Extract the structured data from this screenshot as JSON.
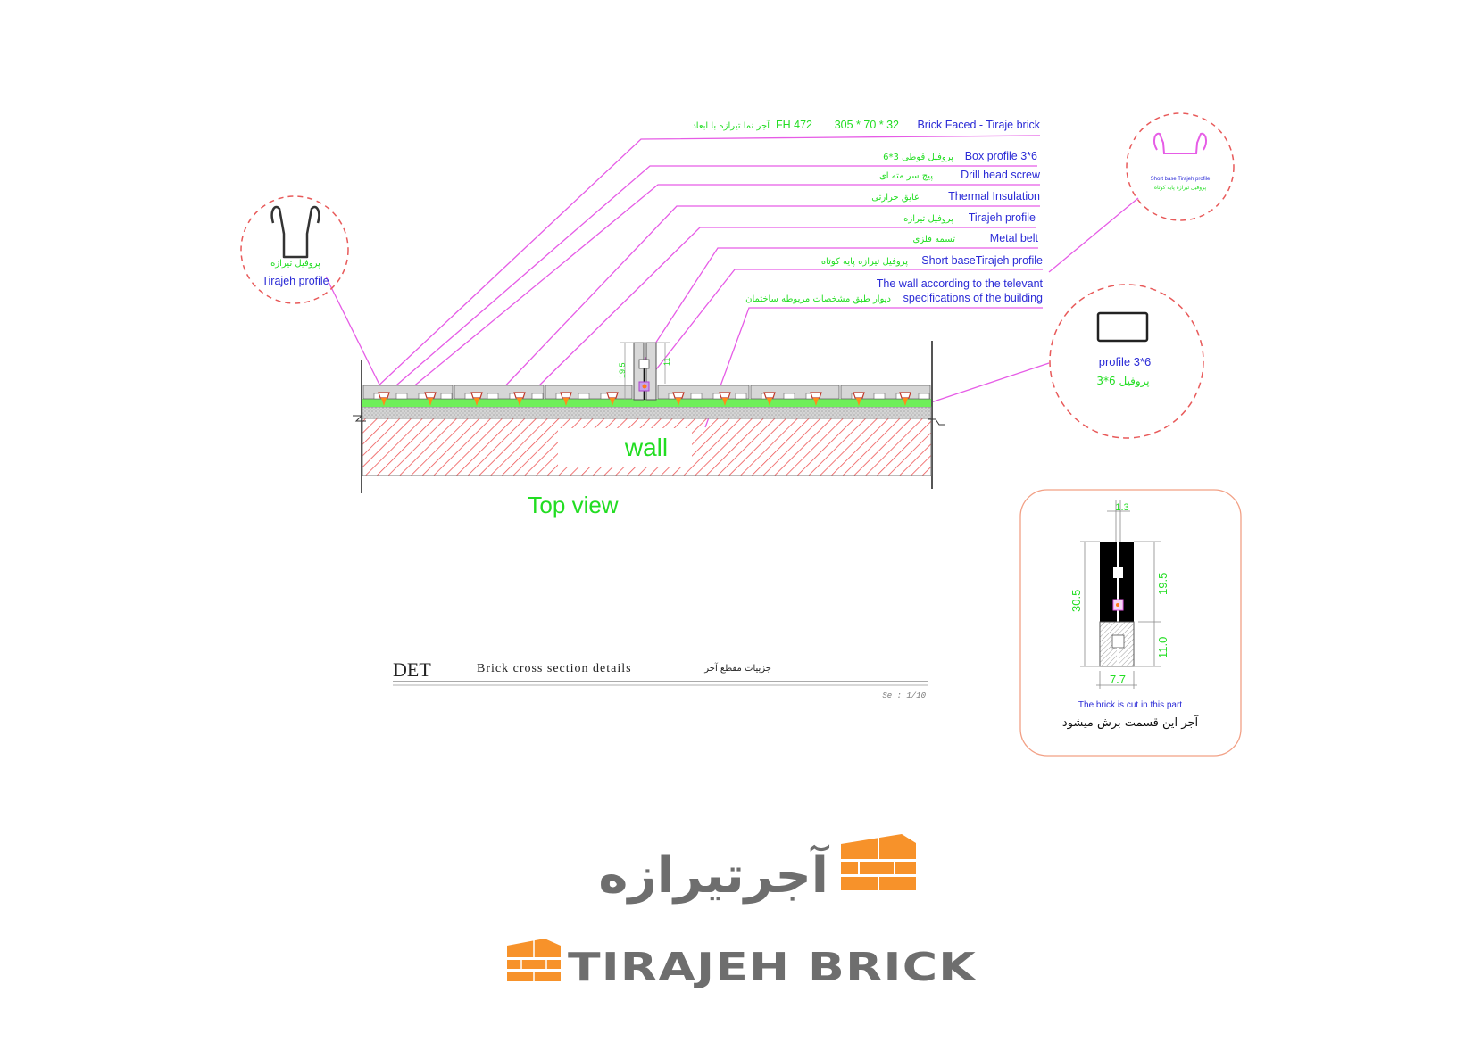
{
  "callouts": [
    {
      "en": "Brick Faced - Tiraje brick",
      "dims": "305 * 70 * 32",
      "code": "FH 472",
      "fa": "آجر نما تیرازه با ابعاد"
    },
    {
      "en": "Box profile 3*6",
      "fa": "پروفیل قوطی 3*6"
    },
    {
      "en": "Drill head screw",
      "fa": "پیچ سر مته ای"
    },
    {
      "en": "Thermal Insulation",
      "fa": "عایق حرارتی"
    },
    {
      "en": "Tirajeh profile",
      "fa": "پروفیل تیرازه"
    },
    {
      "en": "Metal belt",
      "fa": "تسمه فلزی"
    },
    {
      "en": "Short baseTirajeh profile",
      "fa": "پروفیل تیرازه پایه کوتاه"
    },
    {
      "en_line1": "The wall according to the televant",
      "en_line2": "specifications of the building",
      "fa": "دیوار طبق مشخصات مربوطه ساختمان"
    }
  ],
  "detail_circles": {
    "left": {
      "fa": "پروفیل تیرازه",
      "en": "Tirajeh profile"
    },
    "top_right": {
      "en": "Short base Tirajeh profile",
      "fa": "پروفیل تیرازه پایه کوتاه"
    },
    "right": {
      "en": "profile 3*6",
      "fa": "پروفیل 6*3"
    }
  },
  "section": {
    "wall_label": "wall",
    "view_label": "Top view",
    "dim_height": "19.5",
    "dim_small": "11"
  },
  "title_block": {
    "code": "DET",
    "title_en": "Brick cross section details",
    "title_fa": "جزییات مقطع آجر",
    "scale": "Se : 1/10"
  },
  "cross_section_panel": {
    "dim_top": "1.3",
    "dim_total": "30.5",
    "dim_upper": "19.5",
    "dim_lower": "11.0",
    "dim_width": "7.7",
    "caption_en": "The brick is cut in this part",
    "caption_fa": "آجر این قسمت برش میشود"
  },
  "branding": {
    "logo_fa": "آجرتیرازه",
    "logo_en": "TIRAJEH BRICK",
    "brand_orange": "#f7922a",
    "brand_gray": "#6e6e6e"
  },
  "colors": {
    "leader": "#e65ce6",
    "label_en": "#2b2bd6",
    "label_fa": "#22dd22",
    "hatch": "#ee5555",
    "circle_dash": "#e85a5a",
    "insulation": "#6fef5a"
  }
}
